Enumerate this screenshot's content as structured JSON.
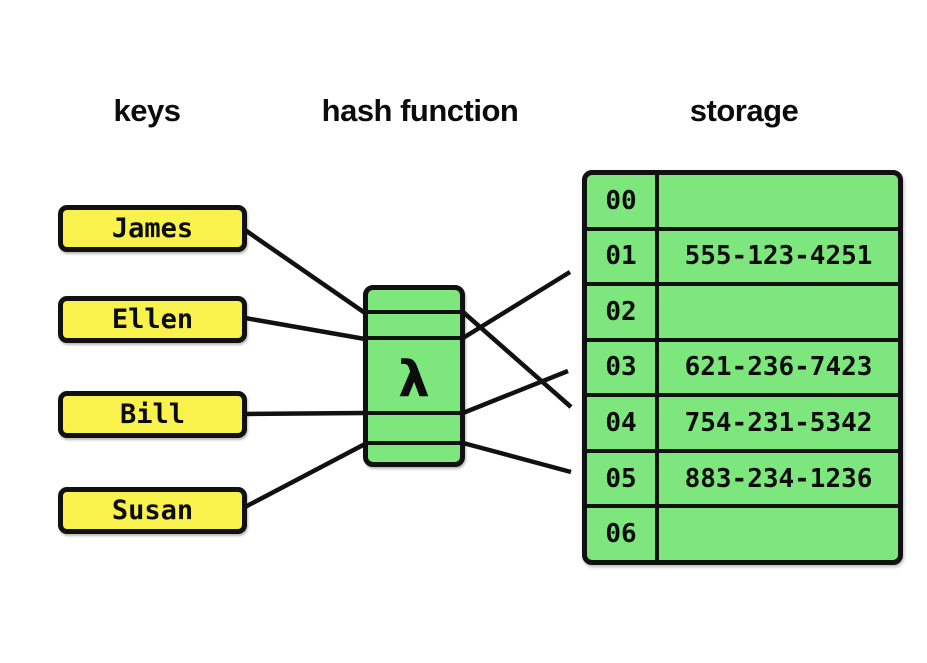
{
  "diagram": {
    "headers": {
      "keys": "keys",
      "hash_function": "hash function",
      "storage": "storage"
    },
    "keys": [
      {
        "label": "James"
      },
      {
        "label": "Ellen"
      },
      {
        "label": "Bill"
      },
      {
        "label": "Susan"
      }
    ],
    "hash_symbol": "λ",
    "storage_rows": [
      {
        "index": "00",
        "value": ""
      },
      {
        "index": "01",
        "value": "555-123-4251"
      },
      {
        "index": "02",
        "value": ""
      },
      {
        "index": "03",
        "value": "621-236-7423"
      },
      {
        "index": "04",
        "value": "754-231-5342"
      },
      {
        "index": "05",
        "value": "883-234-1236"
      },
      {
        "index": "06",
        "value": ""
      }
    ],
    "mappings": [
      {
        "key": "James",
        "slot": "04"
      },
      {
        "key": "Ellen",
        "slot": "01"
      },
      {
        "key": "Bill",
        "slot": "03"
      },
      {
        "key": "Susan",
        "slot": "05"
      }
    ],
    "colors": {
      "key_fill": "#F9F24D",
      "cell_fill": "#7DE67D",
      "stroke": "#111111",
      "background": "#FFFFFF"
    }
  }
}
